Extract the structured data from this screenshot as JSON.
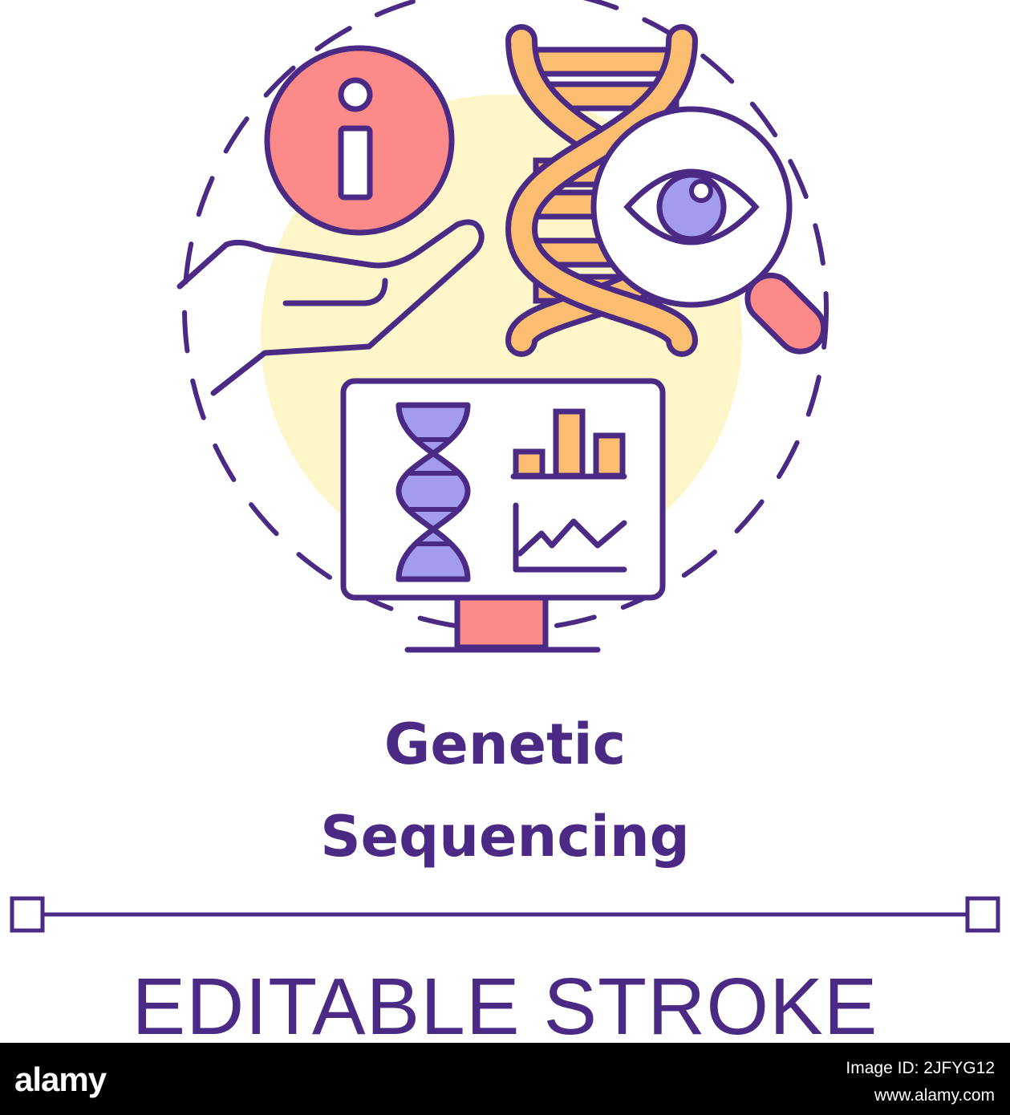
{
  "title": {
    "line1": "Genetic",
    "line2": "Sequencing"
  },
  "editable_label": "EDITABLE STROKE",
  "footer": {
    "logo": "alamy",
    "image_id": "Image ID: 2JFYG12",
    "url": "www.alamy.com"
  },
  "colors": {
    "stroke": "#4b2a85",
    "info_fill": "#fb8a88",
    "dna_fill": "#fbbe70",
    "circle_bg": "#fdf6c8",
    "eye_iris": "#a29bf0",
    "monitor_stand": "#fb8a88"
  },
  "icons": [
    "info-icon",
    "hand-icon",
    "dna-icon",
    "magnifier-eye-icon",
    "monitor-icon",
    "bar-chart-icon",
    "line-chart-icon"
  ]
}
